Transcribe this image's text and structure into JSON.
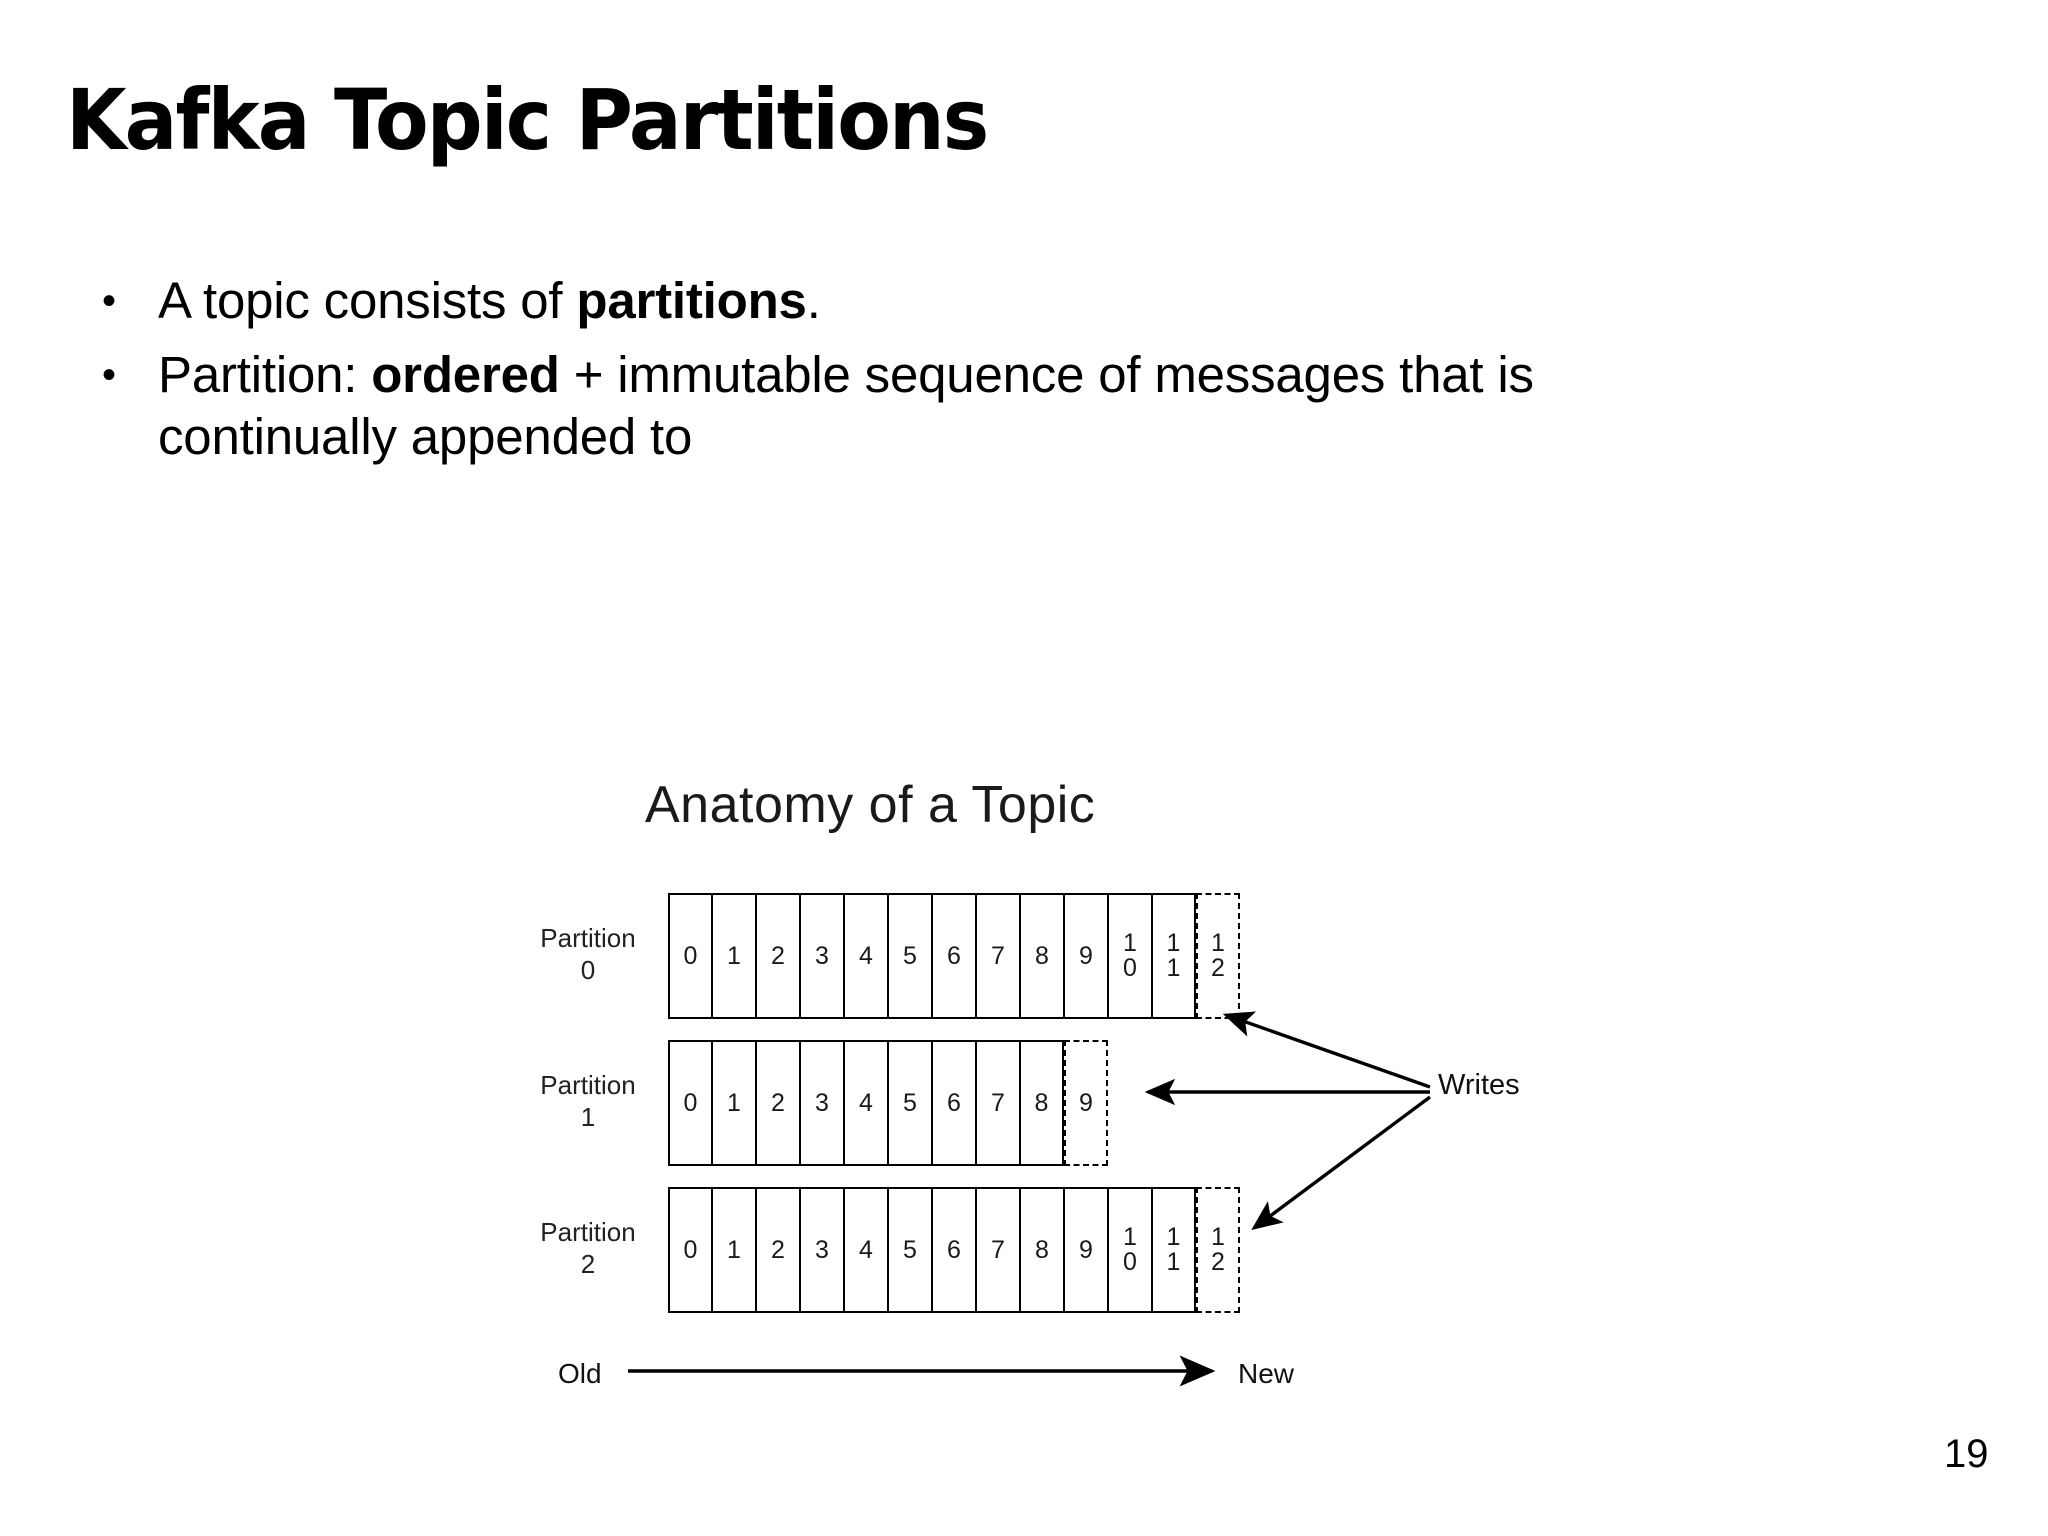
{
  "slide": {
    "title": "Kafka Topic Partitions",
    "page_number": "19"
  },
  "bullets": [
    {
      "marker": "•",
      "segments": [
        {
          "text": "A topic consists of ",
          "bold": false
        },
        {
          "text": "partitions",
          "bold": true
        },
        {
          "text": ".",
          "bold": false
        }
      ]
    },
    {
      "marker": "•",
      "segments": [
        {
          "text": "Partition: ",
          "bold": false
        },
        {
          "text": "ordered",
          "bold": true
        },
        {
          "text": " + immutable sequence of messages that is continually appended to",
          "bold": false
        }
      ]
    }
  ],
  "diagram": {
    "title": "Anatomy of a Topic",
    "writes_label": "Writes",
    "old_label": "Old",
    "new_label": "New",
    "partitions": [
      {
        "label": "Partition",
        "number": "0",
        "cells": [
          "0",
          "1",
          "2",
          "3",
          "4",
          "5",
          "6",
          "7",
          "8",
          "9",
          "10",
          "11"
        ],
        "pending_cell": "12"
      },
      {
        "label": "Partition",
        "number": "1",
        "cells": [
          "0",
          "1",
          "2",
          "3",
          "4",
          "5",
          "6",
          "7",
          "8"
        ],
        "pending_cell": "9"
      },
      {
        "label": "Partition",
        "number": "2",
        "cells": [
          "0",
          "1",
          "2",
          "3",
          "4",
          "5",
          "6",
          "7",
          "8",
          "9",
          "10",
          "11"
        ],
        "pending_cell": "12"
      }
    ]
  },
  "colors": {
    "background": "#ffffff",
    "text": "#000000",
    "diagram_line": "#000000"
  }
}
